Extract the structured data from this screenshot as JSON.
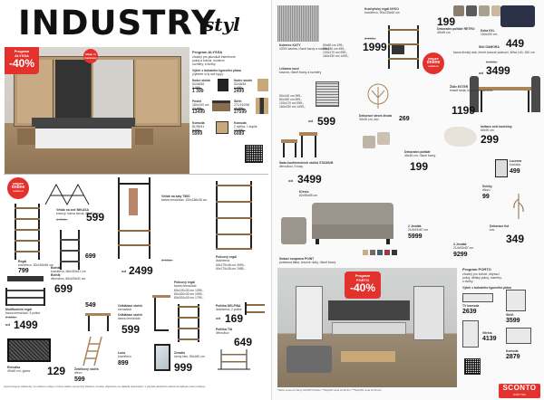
{
  "header": {
    "title_main": "INDUSTRY",
    "title_script": "styl"
  },
  "left_page": {
    "alyssa_tag": {
      "line1": "Program",
      "line2": "ALYSSA",
      "discount": "-40%"
    },
    "made_in_germany": {
      "line1": "Made in",
      "line2": "Germany"
    },
    "alyssa_desc": {
      "title": "Program ALYSSA",
      "text": [
        "vhodný pro jakoukoli interiérové",
        "pokoj a ložnici, moderní",
        "rozměry, s dvířky"
      ],
      "item1_title": "Výběr z bohatého typového plánu",
      "item1_sub": "(vyberte si ty své typy):",
      "noc1_name": "Noční stolek",
      "noc1_dims": "52/48/36",
      "noc1_old": "2 399,-",
      "noc1_price": "1 399",
      "noc1_sup": "*",
      "noc2_name": "Noční stolek",
      "noc2_dims": "52/48/36",
      "noc2_old": "1 699,-",
      "noc2_price": "2499",
      "postel_name": "Postel",
      "postel_dims": "180x200 cm",
      "postel_old": "22 999,-",
      "postel_price": "13499",
      "skrin_name": "Skříň",
      "skrin_dims": "271/210/58",
      "skrin_old": "45 999,-",
      "skrin_price": "27599",
      "komoda1_name": "Komoda",
      "komoda1_dims": "81/95/41",
      "komoda1_old": "9 999,-",
      "komoda1_price": "5999",
      "komoda2_name": "Komoda",
      "komoda2_dims": "2 dvířka, 1 šuplík",
      "komoda2_old": "13 999,-",
      "komoda2_price": "6089"
    },
    "pouze_online1": {
      "line1": "pouze",
      "line2": "online",
      "line3": "sconto.cz"
    },
    "vesak": {
      "name": "Věšák na zeď MIKASA",
      "desc": "kovový, barva černá, 60x62 cm",
      "old": "1 099,-",
      "price": "599",
      "sup": "***"
    },
    "regal_dreveny": {
      "name": "Regál",
      "desc": "kov/dřevo, 30x165x36 cm",
      "price": "799",
      "sup": "***"
    },
    "botnik": {
      "name": "Botník",
      "desc": "kov/dřevo, 66x183x31 cm",
      "price": "699",
      "sup": "***"
    },
    "botnik2": {
      "name": "Botník",
      "desc": "dřevo/kov, 66x183x31 cm",
      "price": "699",
      "sup": "***"
    },
    "vesak_stojan": {
      "name": "Věšák na šaty TIBO",
      "desc": "barva černá/dub, 100x186x35 cm",
      "old": "3 999,-",
      "price": "2499",
      "prefix": "od"
    },
    "multifunk": {
      "name": "Multifunkční regál",
      "desc": "barva černá/dub, 3 police",
      "old": "2 599,-",
      "price": "1499",
      "prefix": "od",
      "sup": "***"
    },
    "policovy_right": {
      "name": "Policový regál",
      "desc": "dub/černá",
      "lines": [
        "60x175x36 cm  4999,-",
        "60x175x28 cm  1989,-"
      ]
    },
    "odkladaci": {
      "name": "Odkládací stolek",
      "desc": "černá/dub",
      "price": "549",
      "sup": "***"
    },
    "odkladaci2": {
      "name": "Odkládací stolek",
      "desc": "barva černá/dub",
      "price": "599",
      "sup": "***"
    },
    "policovy2": {
      "name": "Policový regál",
      "desc": "barva černá/dub",
      "lines": [
        "80x120x30 cm  1399,-",
        "80x160x30 cm  1599,-",
        "80x200x30 cm  1799,-"
      ]
    },
    "delfina": {
      "name": "Polička DELFINA",
      "desc": "dub/černá, 2 police",
      "price": "169",
      "prefix": "od",
      "sup": "***"
    },
    "tia": {
      "name": "Polička TIA",
      "desc": "dřevo/kov",
      "price": "649",
      "sup": "***"
    },
    "luna": {
      "name": "Luna",
      "desc": "kov/dřevo",
      "price": "899",
      "sup": "***"
    },
    "zrcadlo": {
      "name": "Zrcadlo",
      "desc": "černý rám, 50x160 cm",
      "price": "999",
      "sup": "***"
    },
    "rohozka": {
      "name": "Rohožka",
      "desc": "40x60 cm, guma",
      "price": "129",
      "sup": "***"
    },
    "zebrik": {
      "name": "Žebříkový stolek",
      "desc": "dřevo",
      "price": "599",
      "sup": "***"
    },
    "footer": "Upozorňujeme zákazníky, že některé modely z tohoto letáku nemusí být skladem a budou objednány na základě objednávky. V případě jakýchkoli otázek kontaktujte naše prodejny."
  },
  "right_page": {
    "kobereck": {
      "name": "Koberec KATY",
      "desc": "100% bavlna, různé barvy a rozměry",
      "lines": [
        "50x80 cm  199,-",
        "80x150 cm  499,-",
        "120x170 cm  999,-",
        "160x230 cm  1499,-"
      ]
    },
    "kuchynsky": {
      "name": "Kuchyňský regál NYKO",
      "desc": "kov/dřevo, 90x133x40 cm",
      "old": "2 299,-",
      "price": "1999",
      "sup": "*"
    },
    "dekor_polstar": {
      "name": "Dekorační polštář RETRO",
      "desc": "45x45 cm",
      "price": "199",
      "sup": "***"
    },
    "deka": {
      "name": "Deka XXL",
      "desc": "150x200 cm",
      "price": "449",
      "sup": "***"
    },
    "lezak": {
      "name": "Lékárna nové",
      "desc": "kovová, různé barvy a rozměry",
      "lines": [
        "50x140 cm  399,-",
        "80x150 cm  599,-",
        "120x170 cm  999,-",
        "160x230 cm  1499,-"
      ]
    },
    "jidelni_stul": {
      "name": "Stůl GAMORA",
      "desc": "barva divoký dub, černé kovové podnoží, šířka 140, 180 cm",
      "old": "5 999,-",
      "price": "3499",
      "prefix": "od",
      "sup": "*"
    },
    "zidle": {
      "name": "Židle ESTER",
      "desc": "tmavě šedá, kovová konstrukce",
      "price": "1199",
      "sup": "*"
    },
    "strom": {
      "name": "Dekorace strom života",
      "desc": "30x30 cm, kov",
      "price": "269",
      "sup": "***"
    },
    "stolky_set": {
      "name": "Sada konferenčních stolků STADIUM",
      "desc": "dřevo/kov, 3 kusy",
      "price": "599",
      "prefix": "od",
      "sup": "**"
    },
    "pouze_online2": {
      "line1": "pouze",
      "line2": "online",
      "line3": "sconto.cz"
    },
    "kresla": {
      "name": "Křeslo",
      "desc": "82x90x85 cm",
      "price": "3499",
      "prefix": "od",
      "sup": "*"
    },
    "dekor_polstar2": {
      "name": "Dekorační polštář",
      "desc": "45x45 cm, různé barvy",
      "price": "199",
      "sup": "***"
    },
    "imitace_kuze": {
      "name": "Imitace ovčí kožešiny",
      "desc": "60x90 cm",
      "price": "299",
      "sup": "***"
    },
    "lucerna": {
      "name": "Lucerna",
      "desc": "kov/sklo",
      "price": "499",
      "sup": "***"
    },
    "svicky": {
      "name": "Svíčky",
      "desc": "dřevo",
      "price": "99",
      "sup": "***"
    },
    "dekor_list": {
      "name": "Dekorace list",
      "desc": "kov",
      "price": "349",
      "sup": "***"
    },
    "gauc_2": {
      "name": "2 Jendák",
      "desc": "214x93x87 cm",
      "price": "5999",
      "sup": "*"
    },
    "gauc_3": {
      "name": "3 Jendák",
      "desc": "214x93x87 cm",
      "price": "9299",
      "sup": "*"
    },
    "souprava": {
      "name": "Sedací souprava POINT",
      "desc": "potahová látka, kovové nohy, různé barvy"
    },
    "porto_tag": {
      "line1": "Program",
      "line2": "PORTO",
      "discount": "-40%"
    },
    "porto": {
      "title": "Program PORTO",
      "text": [
        "vhodný pro ložnici, obývací",
        "pokoj, dětský pokoj, rozměry,",
        "s dvířky"
      ],
      "item_title": "Výběr z bohatého typového plánu",
      "tv_name": "TV komoda",
      "tv_price": "2639",
      "sk_name": "Skříň",
      "sk_price": "3599",
      "vitrina_name": "Vitrína",
      "vitrina_price": "4139",
      "kom_name": "Komoda",
      "kom_price": "2879"
    },
    "footer_left": "*Akční cena pro členy SCONTO Klubu. **Nejnižší cena za 30 dní. ***Nejnižší cena za 30 dní.",
    "logo": "SCONTO",
    "logo_sub": "NÁBYTEK"
  }
}
